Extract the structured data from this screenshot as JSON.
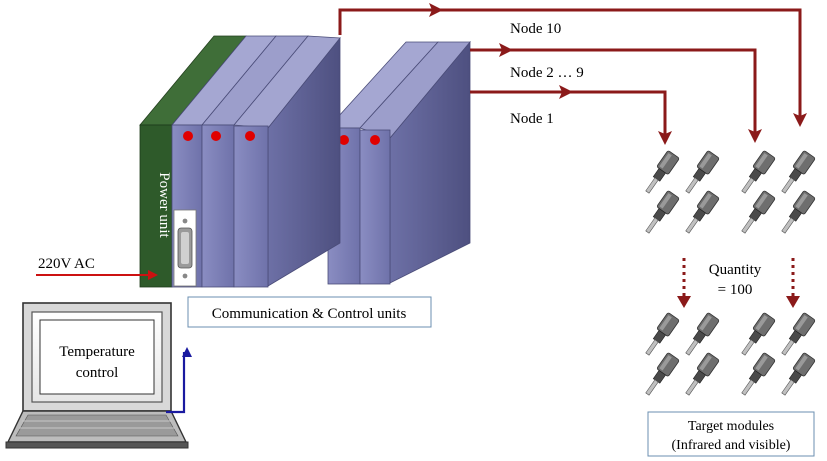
{
  "labels": {
    "power_unit": "Power unit",
    "ac_input": "220V AC",
    "comm_units": "Communication & Control units",
    "laptop_line1": "Temperature",
    "laptop_line2": "control",
    "node_10": "Node 10",
    "node_2_9": "Node 2 … 9",
    "node_1": "Node 1",
    "quantity_line1": "Quantity",
    "quantity_line2": "= 100",
    "targets_line1": "Target modules",
    "targets_line2": "(Infrared and visible)"
  },
  "colors": {
    "module_front": "#7f82b8",
    "module_side": "#5b5d8e",
    "module_top": "#a3a5d0",
    "power_green": "#2e5a2a",
    "arrow_dark_red": "#8b1a1a",
    "ac_arrow_red": "#cc1111",
    "serial_blue": "#1a1aa0",
    "led_red": "#e00000"
  }
}
